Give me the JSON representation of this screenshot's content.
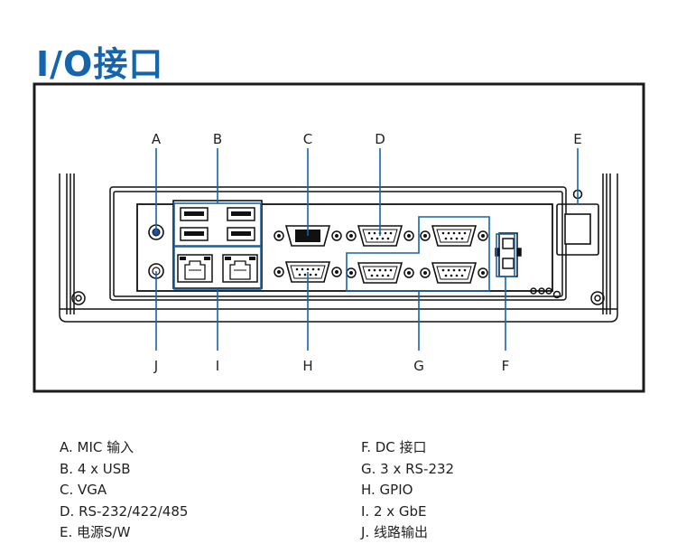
{
  "title": "I/O接口",
  "callouts": {
    "A": "A",
    "B": "B",
    "C": "C",
    "D": "D",
    "E": "E",
    "F": "F",
    "G": "G",
    "H": "H",
    "I": "I",
    "J": "J"
  },
  "legend": {
    "left": [
      "A. MIC 输入",
      "B. 4 x USB",
      "C. VGA",
      "D. RS-232/422/485",
      "E. 电源S/W"
    ],
    "right": [
      "F. DC 接口",
      "G. 3 x RS-232",
      "H. GPIO",
      "I. 2 x GbE",
      "J. 线路输出"
    ]
  },
  "colors": {
    "title": "#1565ad",
    "callout_line": "#1565ad",
    "outline": "#1a1a1a"
  }
}
